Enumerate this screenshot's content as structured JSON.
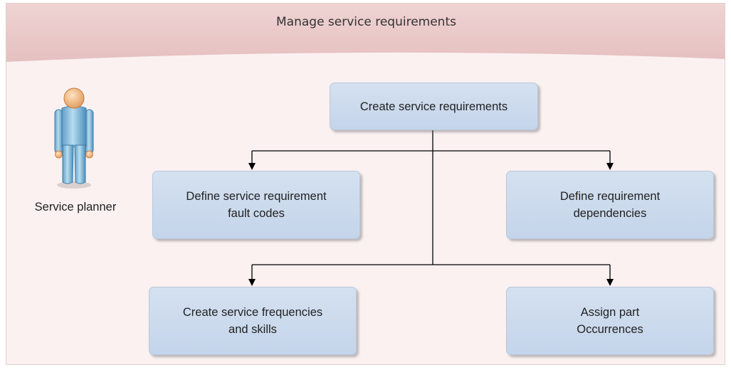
{
  "diagram": {
    "title": "Manage service requirements",
    "actor": {
      "label": "Service planner",
      "icon": "person-icon"
    },
    "nodes": {
      "root": "Create service requirements",
      "fault_codes": "Define service requirement\nfault codes",
      "dependencies": "Define requirement\ndependencies",
      "frequencies": "Create service frequencies\nand skills",
      "occurrences": "Assign part\nOccurrences"
    },
    "colors": {
      "banner": "#ebc8c8",
      "background": "#fbf1f1",
      "box_fill": "#cddbed",
      "box_border": "#b8c8dc",
      "connector": "#000000"
    }
  }
}
